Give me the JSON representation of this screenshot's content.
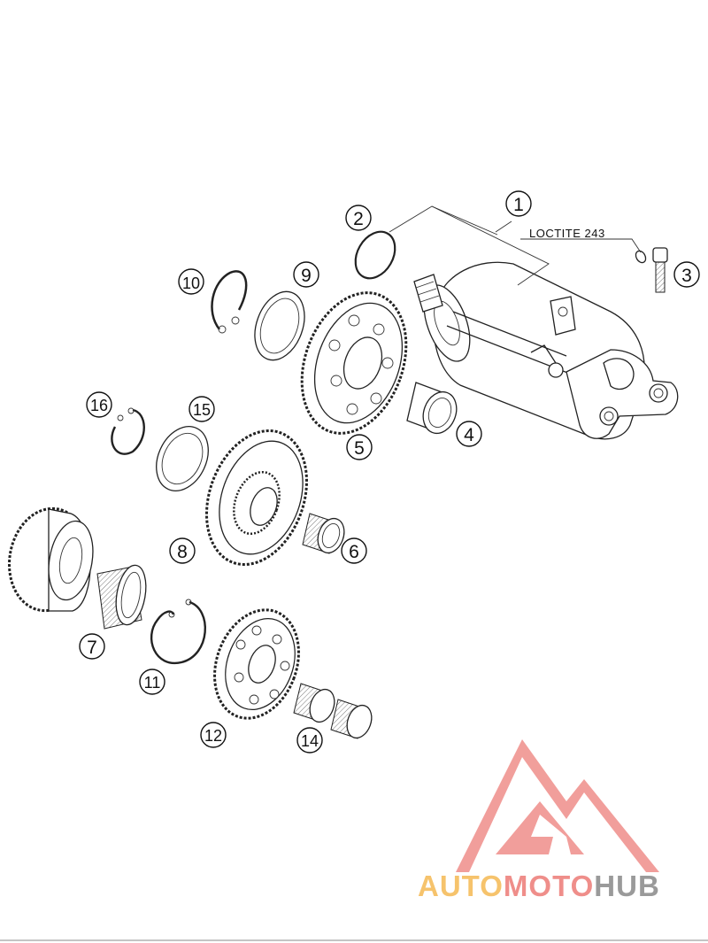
{
  "diagram": {
    "note": "LOCTITE 243",
    "callouts": [
      "1",
      "2",
      "3",
      "4",
      "5",
      "6",
      "7",
      "8",
      "9",
      "10",
      "11",
      "12",
      "14",
      "15",
      "16"
    ]
  },
  "watermark": {
    "word_part_1": "AUTO",
    "word_part_2": "MOTO",
    "word_part_3": "HUB",
    "color_1": "#f6c36c",
    "color_2": "#ef8e8a",
    "color_3": "#9a9a9a"
  }
}
